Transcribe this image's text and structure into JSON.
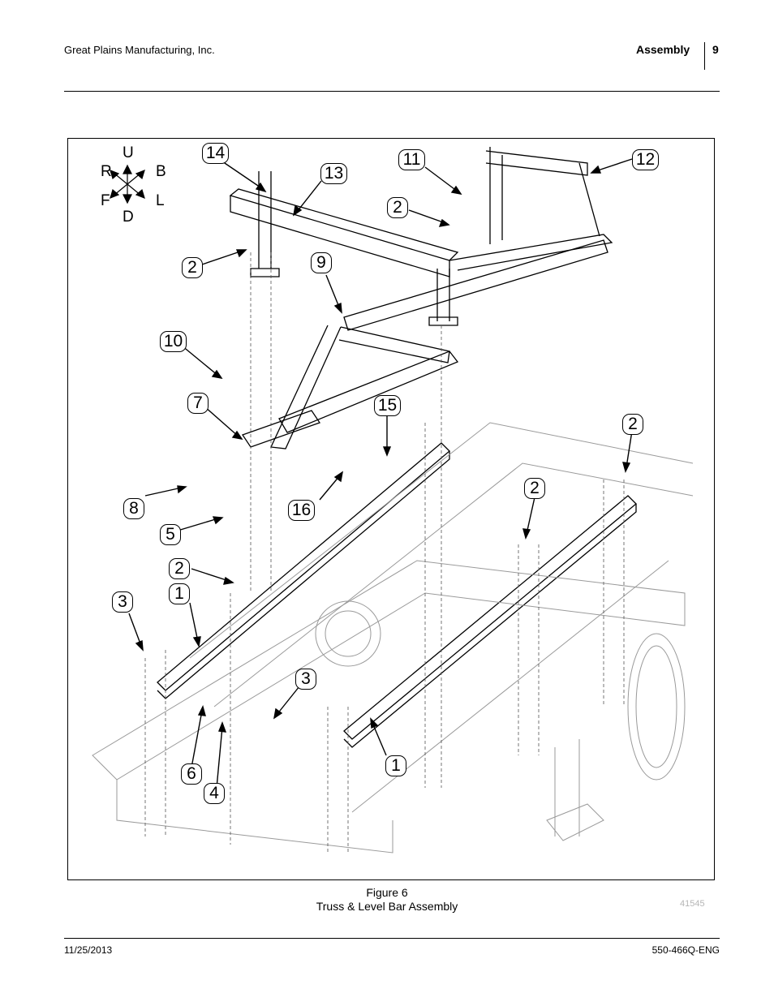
{
  "header": {
    "company": "Great Plains Manufacturing, Inc.",
    "section": "Assembly",
    "page_number": "9"
  },
  "figure": {
    "caption_number": "Figure 6",
    "caption_title": "Truss & Level Bar Assembly",
    "figure_id": "41545",
    "compass": {
      "up": "U",
      "down": "D",
      "right": "R",
      "back": "B",
      "front": "F",
      "left": "L"
    },
    "callouts": [
      {
        "id": "c14",
        "label": "14"
      },
      {
        "id": "c13",
        "label": "13"
      },
      {
        "id": "c11",
        "label": "11"
      },
      {
        "id": "c12",
        "label": "12"
      },
      {
        "id": "c2a",
        "label": "2"
      },
      {
        "id": "c2b",
        "label": "2"
      },
      {
        "id": "c9",
        "label": "9"
      },
      {
        "id": "c10",
        "label": "10"
      },
      {
        "id": "c7",
        "label": "7"
      },
      {
        "id": "c15",
        "label": "15"
      },
      {
        "id": "c2c",
        "label": "2"
      },
      {
        "id": "c2d",
        "label": "2"
      },
      {
        "id": "c8",
        "label": "8"
      },
      {
        "id": "c16",
        "label": "16"
      },
      {
        "id": "c5",
        "label": "5"
      },
      {
        "id": "c2e",
        "label": "2"
      },
      {
        "id": "c3a",
        "label": "3"
      },
      {
        "id": "c1a",
        "label": "1"
      },
      {
        "id": "c3b",
        "label": "3"
      },
      {
        "id": "c6",
        "label": "6"
      },
      {
        "id": "c4",
        "label": "4"
      },
      {
        "id": "c1b",
        "label": "1"
      }
    ]
  },
  "footer": {
    "date": "11/25/2013",
    "doc_number": "550-466Q-ENG"
  }
}
